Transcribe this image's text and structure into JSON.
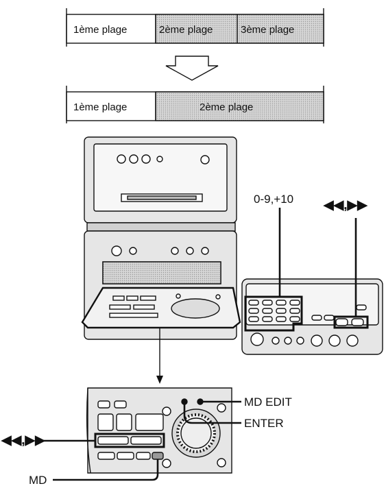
{
  "track_rows": {
    "before": [
      "1ème plage",
      "2ème plage",
      "3ème plage"
    ],
    "after": [
      "1ème plage",
      "2ème plage"
    ]
  },
  "callouts": {
    "numeric_keys": "0-9,+10",
    "remote_skip": "◀◀,▶▶",
    "md_edit": "MD EDIT",
    "enter": "ENTER",
    "panel_skip": "◀◀,▶▶",
    "md": "MD"
  },
  "colors": {
    "line": "#111111",
    "shade": "#c8c8c8",
    "device_fill": "#e8e8e8"
  }
}
